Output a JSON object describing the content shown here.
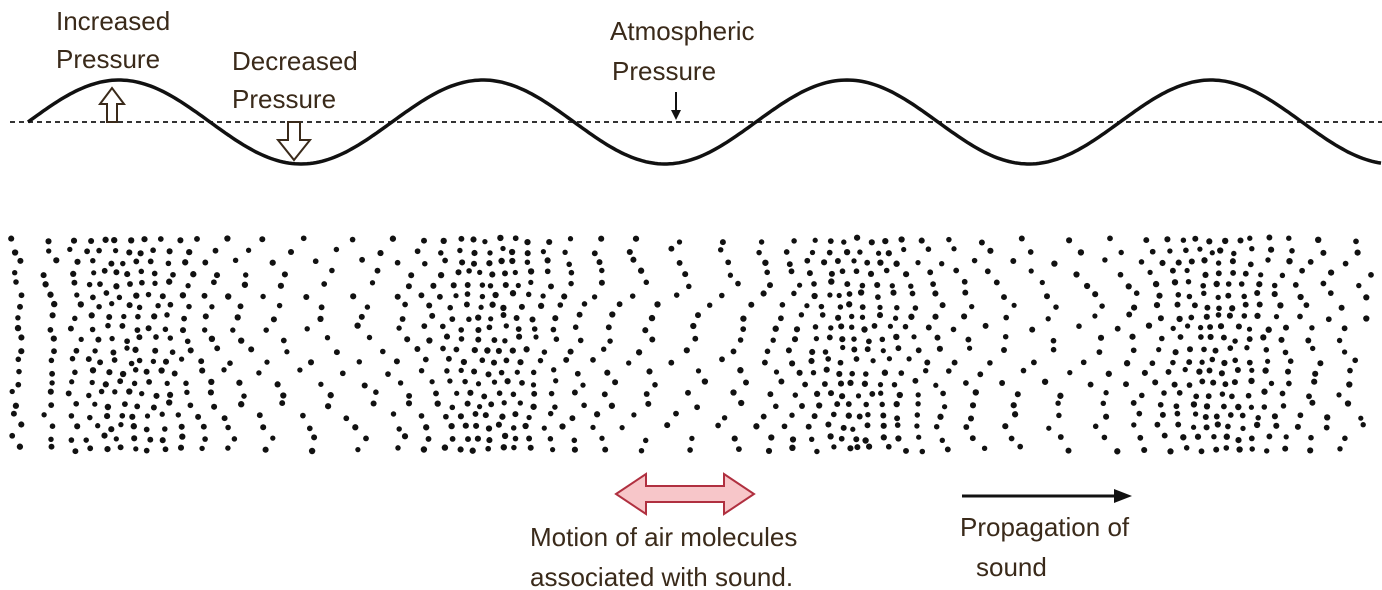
{
  "labels": {
    "increased_line1": "Increased",
    "increased_line2": "Pressure",
    "decreased_line1": "Decreased",
    "decreased_line2": "Pressure",
    "atmospheric_line1": "Atmospheric",
    "atmospheric_line2": "Pressure",
    "motion_line1": "Motion of air molecules",
    "motion_line2": "associated with sound.",
    "propagation_line1": "Propagation of",
    "propagation_line2": "sound"
  },
  "colors": {
    "wave": "#111111",
    "baseline": "#333333",
    "molecule": "#111111",
    "motion_arrow_fill": "#f7c6c9",
    "motion_arrow_stroke": "#b03040",
    "label_text": "#3a2a1a"
  }
}
